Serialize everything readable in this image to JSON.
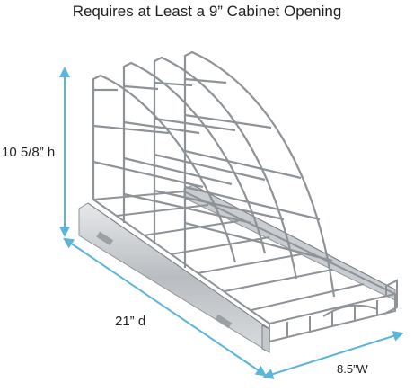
{
  "headline": "Requires at Least a 9” Cabinet Opening",
  "dimensions": {
    "height_label": "10 5/8” h",
    "depth_label": "21” d",
    "width_label": "8.5”W"
  },
  "colors": {
    "dimension_arrow": "#5bb4da",
    "chrome": "#8e9398",
    "text": "#222222"
  }
}
